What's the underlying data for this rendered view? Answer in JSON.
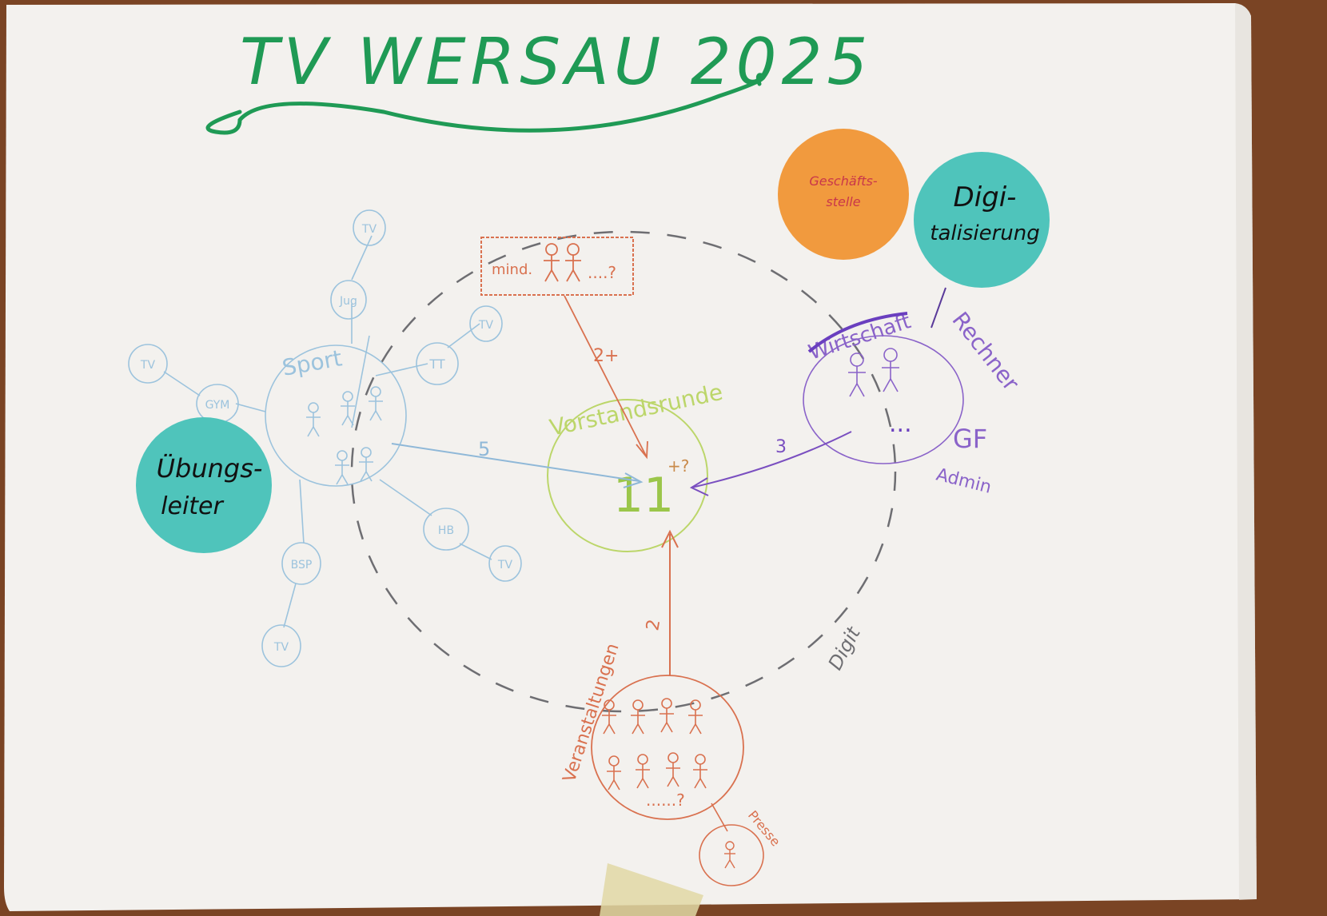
{
  "title": "TV WERSAU 2025",
  "colors": {
    "wood": "#7a4424",
    "paper": "#f3f1ee",
    "title_green": "#1f9a55",
    "teal_sticky": "#4fc4bb",
    "orange_sticky": "#f19a3e",
    "sport_blue": "#9cc3dd",
    "orange_red": "#d9714f",
    "purple": "#8a63c9",
    "yellow_green": "#bcd66a",
    "dash_gray": "#6e6e72"
  },
  "stickies": {
    "geschaeftsstelle": "Geschäfts-\nstelle",
    "digitalisierung": "Digi-\ntalisierung",
    "uebungsleiter": "Übungs-\nleiter"
  },
  "center": {
    "label": "Vorstandsrunde",
    "number": "11",
    "superscript": "+?"
  },
  "sport": {
    "label": "Sport",
    "satellites": [
      "TV",
      "Jug",
      "TT",
      "TV",
      "GYM",
      "TV",
      "BSP",
      "TV",
      "HB",
      "TV"
    ]
  },
  "mind_box": {
    "text_left": "mind.",
    "text_right": "....?"
  },
  "arrows": {
    "from_mind": "2+",
    "from_sport": "5",
    "from_right": "3",
    "from_bottom": "2"
  },
  "right_group": {
    "crossed_label": "Wirtschaft",
    "label_a": "Rechner",
    "label_b": "GF",
    "label_c": "Admin",
    "dots": "..."
  },
  "bottom": {
    "label": "Veranstaltungen",
    "dots": "......?",
    "small_label": "Presse"
  },
  "dashed_label": "Digit"
}
